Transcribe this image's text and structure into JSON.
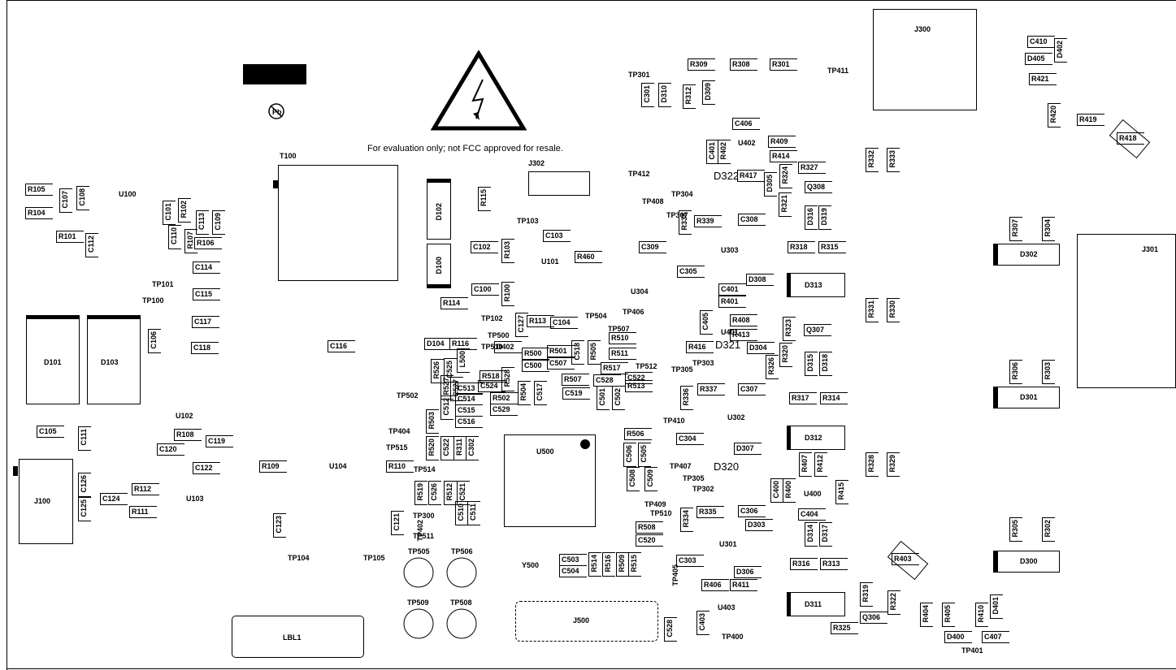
{
  "notice": "For evaluation only; not FCC approved for resale.",
  "label_box": "LBL1",
  "connectors": {
    "j100": "J100",
    "j300": "J300",
    "j301": "J301",
    "j302": "J302",
    "j500": "J500"
  },
  "big_labels": {
    "u500": "U500",
    "t100": "T100",
    "y500": "Y500",
    "d101": "D101",
    "d103": "D103",
    "d100": "D100",
    "d102": "D102",
    "d300": "D300",
    "d301": "D301",
    "d302": "D302",
    "d311": "D311",
    "d312": "D312",
    "d313": "D313",
    "d320": "D320",
    "d321": "D321",
    "d322": "D322"
  },
  "designators": [
    [
      "R105",
      34,
      229,
      0
    ],
    [
      "R104",
      34,
      258,
      0
    ],
    [
      "C107",
      76,
      235,
      1
    ],
    [
      "C108",
      97,
      232,
      1
    ],
    [
      "U100",
      146,
      235,
      0
    ],
    [
      "R101",
      72,
      287,
      0
    ],
    [
      "C112",
      108,
      290,
      1
    ],
    [
      "C101",
      203,
      250,
      1
    ],
    [
      "R102",
      222,
      247,
      1
    ],
    [
      "C113",
      244,
      262,
      1
    ],
    [
      "C109",
      264,
      262,
      1
    ],
    [
      "C110",
      210,
      280,
      1
    ],
    [
      "R107",
      230,
      285,
      1
    ],
    [
      "R106",
      242,
      295,
      0
    ],
    [
      "C114",
      240,
      325,
      0
    ],
    [
      "TP101",
      187,
      346,
      0
    ],
    [
      "C115",
      240,
      358,
      0
    ],
    [
      "TP100",
      175,
      366,
      0
    ],
    [
      "C117",
      239,
      392,
      0
    ],
    [
      "C106",
      185,
      408,
      1
    ],
    [
      "C118",
      238,
      424,
      0
    ],
    [
      "C116",
      406,
      422,
      0
    ],
    [
      "U102",
      216,
      508,
      0
    ],
    [
      "R108",
      217,
      531,
      0
    ],
    [
      "C119",
      256,
      539,
      0
    ],
    [
      "C120",
      196,
      549,
      0
    ],
    [
      "C105",
      48,
      527,
      0
    ],
    [
      "C111",
      99,
      528,
      1
    ],
    [
      "C122",
      240,
      572,
      0
    ],
    [
      "R109",
      322,
      570,
      0
    ],
    [
      "U104",
      405,
      570,
      0
    ],
    [
      "C126",
      99,
      585,
      1
    ],
    [
      "R112",
      165,
      598,
      0
    ],
    [
      "C124",
      126,
      610,
      0
    ],
    [
      "R111",
      162,
      626,
      0
    ],
    [
      "U103",
      229,
      610,
      0
    ],
    [
      "C125",
      99,
      615,
      1
    ],
    [
      "C123",
      339,
      635,
      1
    ],
    [
      "TP104",
      354,
      683,
      0
    ],
    [
      "TP105",
      447,
      683,
      0
    ],
    [
      "R115",
      591,
      233,
      1
    ],
    [
      "TP103",
      636,
      268,
      0
    ],
    [
      "C103",
      671,
      286,
      0
    ],
    [
      "C102",
      582,
      300,
      0
    ],
    [
      "R103",
      620,
      297,
      1
    ],
    [
      "R460",
      710,
      312,
      0
    ],
    [
      "U101",
      666,
      318,
      0
    ],
    [
      "C309",
      789,
      300,
      0
    ],
    [
      "C100",
      583,
      352,
      0
    ],
    [
      "R100",
      620,
      350,
      1
    ],
    [
      "R114",
      545,
      369,
      0
    ],
    [
      "TP102",
      592,
      388,
      0
    ],
    [
      "C127",
      637,
      388,
      1
    ],
    [
      "R113",
      651,
      391,
      0
    ],
    [
      "C104",
      680,
      393,
      0
    ],
    [
      "TP504",
      720,
      385,
      0
    ],
    [
      "TP406",
      766,
      380,
      0
    ],
    [
      "U304",
      776,
      355,
      0
    ],
    [
      "TP507",
      748,
      401,
      0
    ],
    [
      "R510",
      752,
      412,
      0
    ],
    [
      "R511",
      752,
      431,
      0
    ],
    [
      "D104",
      525,
      419,
      0
    ],
    [
      "R116",
      556,
      419,
      0
    ],
    [
      "TP500",
      600,
      409,
      0
    ],
    [
      "TP510",
      592,
      423,
      0
    ],
    [
      "D402",
      611,
      423,
      0
    ],
    [
      "R500",
      645,
      431,
      0
    ],
    [
      "C500",
      645,
      446,
      0
    ],
    [
      "R501",
      676,
      428,
      0
    ],
    [
      "C507",
      676,
      443,
      0
    ],
    [
      "C518",
      706,
      422,
      1
    ],
    [
      "R505",
      726,
      422,
      1
    ],
    [
      "R526",
      533,
      445,
      1
    ],
    [
      "C525",
      549,
      444,
      1
    ],
    [
      "L500",
      565,
      432,
      1
    ],
    [
      "R518",
      593,
      459,
      0
    ],
    [
      "R528",
      620,
      455,
      1
    ],
    [
      "C524",
      591,
      471,
      0
    ],
    [
      "R517",
      742,
      449,
      0
    ],
    [
      "TP512",
      782,
      447,
      0
    ],
    [
      "C522",
      772,
      461,
      0
    ],
    [
      "R507",
      694,
      463,
      0
    ],
    [
      "C528",
      733,
      464,
      0
    ],
    [
      "C513",
      563,
      474,
      0
    ],
    [
      "C514",
      563,
      487,
      0
    ],
    [
      "R527",
      545,
      465,
      1
    ],
    [
      "C527",
      557,
      467,
      1
    ],
    [
      "C512",
      545,
      490,
      1
    ],
    [
      "R502",
      606,
      486,
      0
    ],
    [
      "R504",
      640,
      472,
      1
    ],
    [
      "C517",
      660,
      472,
      1
    ],
    [
      "C519",
      695,
      480,
      0
    ],
    [
      "C501",
      737,
      478,
      1
    ],
    [
      "C502",
      756,
      478,
      1
    ],
    [
      "R513",
      772,
      471,
      0
    ],
    [
      "TP502",
      488,
      483,
      0
    ],
    [
      "C515",
      563,
      501,
      0
    ],
    [
      "C529",
      606,
      500,
      0
    ],
    [
      "R503",
      527,
      507,
      1
    ],
    [
      "C516",
      563,
      515,
      0
    ],
    [
      "TP404",
      478,
      527,
      0
    ],
    [
      "TP410",
      816,
      514,
      0
    ],
    [
      "R506",
      771,
      530,
      0
    ],
    [
      "C506",
      770,
      548,
      1
    ],
    [
      "C505",
      788,
      548,
      1
    ],
    [
      "R520",
      527,
      540,
      1
    ],
    [
      "C522",
      545,
      540,
      1
    ],
    [
      "R311",
      561,
      540,
      1
    ],
    [
      "C302",
      576,
      540,
      1
    ],
    [
      "TP515",
      475,
      547,
      0
    ],
    [
      "R110",
      478,
      570,
      0
    ],
    [
      "TP514",
      509,
      574,
      0
    ],
    [
      "C508",
      774,
      578,
      1
    ],
    [
      "C509",
      796,
      578,
      1
    ],
    [
      "R519",
      513,
      595,
      1
    ],
    [
      "C526",
      530,
      595,
      1
    ],
    [
      "R512",
      549,
      595,
      1
    ],
    [
      "C521",
      565,
      595,
      1
    ],
    [
      "TP300",
      508,
      631,
      0
    ],
    [
      "TP402",
      513,
      640,
      1
    ],
    [
      "C510",
      563,
      620,
      1
    ],
    [
      "C511",
      578,
      620,
      1
    ],
    [
      "C121",
      484,
      632,
      1
    ],
    [
      "TP511",
      508,
      656,
      0
    ],
    [
      "R508",
      785,
      645,
      0
    ],
    [
      "C520",
      785,
      661,
      0
    ],
    [
      "TP509",
      501,
      738,
      0
    ],
    [
      "TP508",
      554,
      738,
      0
    ],
    [
      "TP505",
      502,
      675,
      0
    ],
    [
      "TP506",
      555,
      675,
      0
    ],
    [
      "C503",
      691,
      685,
      0
    ],
    [
      "C504",
      691,
      699,
      0
    ],
    [
      "R514",
      727,
      683,
      1
    ],
    [
      "R516",
      744,
      683,
      1
    ],
    [
      "R509",
      761,
      683,
      1
    ],
    [
      "R515",
      776,
      683,
      1
    ],
    [
      "C528",
      820,
      763,
      1
    ],
    [
      "R309",
      849,
      75,
      0
    ],
    [
      "R308",
      901,
      75,
      0
    ],
    [
      "R301",
      950,
      75,
      0
    ],
    [
      "TP301",
      773,
      88,
      0
    ],
    [
      "C301",
      792,
      105,
      1
    ],
    [
      "D310",
      813,
      105,
      1
    ],
    [
      "R312",
      843,
      107,
      1
    ],
    [
      "D309",
      867,
      102,
      1
    ],
    [
      "TP411",
      1018,
      83,
      0
    ],
    [
      "C406",
      904,
      148,
      0
    ],
    [
      "C401",
      872,
      175,
      1
    ],
    [
      "R402",
      886,
      175,
      1
    ],
    [
      "U402",
      908,
      172,
      0
    ],
    [
      "R409",
      948,
      170,
      0
    ],
    [
      "R414",
      950,
      188,
      0
    ],
    [
      "TP412",
      773,
      210,
      0
    ],
    [
      "R417",
      910,
      212,
      0
    ],
    [
      "D305",
      943,
      215,
      1
    ],
    [
      "R324",
      962,
      205,
      1
    ],
    [
      "R327",
      985,
      202,
      0
    ],
    [
      "TP304",
      826,
      235,
      0
    ],
    [
      "TP408",
      790,
      244,
      0
    ],
    [
      "Q308",
      993,
      226,
      0
    ],
    [
      "R321",
      961,
      240,
      1
    ],
    [
      "D316",
      993,
      256,
      1
    ],
    [
      "D319",
      1010,
      256,
      1
    ],
    [
      "TP307",
      820,
      261,
      0
    ],
    [
      "R338",
      838,
      262,
      1
    ],
    [
      "R339",
      857,
      268,
      0
    ],
    [
      "C308",
      911,
      266,
      0
    ],
    [
      "U303",
      887,
      304,
      0
    ],
    [
      "R318",
      972,
      300,
      0
    ],
    [
      "R315",
      1010,
      300,
      0
    ],
    [
      "C305",
      836,
      330,
      0
    ],
    [
      "D308",
      921,
      340,
      0
    ],
    [
      "C401",
      887,
      352,
      0
    ],
    [
      "R401",
      887,
      367,
      0
    ],
    [
      "R408",
      901,
      390,
      0
    ],
    [
      "R413",
      901,
      408,
      0
    ],
    [
      "U401",
      887,
      405,
      0
    ],
    [
      "R323",
      966,
      393,
      1
    ],
    [
      "Q307",
      992,
      402,
      0
    ],
    [
      "C405",
      864,
      385,
      1
    ],
    [
      "R416",
      847,
      423,
      0
    ],
    [
      "D304",
      922,
      424,
      0
    ],
    [
      "TP303",
      852,
      443,
      0
    ],
    [
      "TP305",
      826,
      451,
      0
    ],
    [
      "R320",
      962,
      425,
      1
    ],
    [
      "R326",
      945,
      440,
      1
    ],
    [
      "D315",
      993,
      436,
      1
    ],
    [
      "D318",
      1011,
      436,
      1
    ],
    [
      "R336",
      840,
      478,
      1
    ],
    [
      "R337",
      861,
      475,
      0
    ],
    [
      "C307",
      911,
      475,
      0
    ],
    [
      "R317",
      974,
      486,
      0
    ],
    [
      "R314",
      1012,
      486,
      0
    ],
    [
      "U302",
      895,
      510,
      0
    ],
    [
      "C304",
      835,
      536,
      0
    ],
    [
      "D307",
      906,
      548,
      0
    ],
    [
      "TP407",
      824,
      570,
      0
    ],
    [
      "R407",
      986,
      560,
      1
    ],
    [
      "R412",
      1005,
      560,
      1
    ],
    [
      "TP305",
      840,
      585,
      0
    ],
    [
      "TP302",
      852,
      598,
      0
    ],
    [
      "C400",
      951,
      592,
      1
    ],
    [
      "R400",
      966,
      592,
      1
    ],
    [
      "U400",
      989,
      604,
      0
    ],
    [
      "R415",
      1031,
      594,
      1
    ],
    [
      "TP409",
      793,
      617,
      0
    ],
    [
      "TP510",
      800,
      628,
      0
    ],
    [
      "R334",
      840,
      628,
      1
    ],
    [
      "R335",
      860,
      626,
      0
    ],
    [
      "C306",
      911,
      625,
      0
    ],
    [
      "C404",
      985,
      629,
      0
    ],
    [
      "D303",
      920,
      642,
      0
    ],
    [
      "D314",
      993,
      646,
      1
    ],
    [
      "D317",
      1011,
      646,
      1
    ],
    [
      "U301",
      885,
      666,
      0
    ],
    [
      "R316",
      975,
      690,
      0
    ],
    [
      "R313",
      1012,
      690,
      0
    ],
    [
      "C303",
      835,
      686,
      0
    ],
    [
      "D306",
      906,
      700,
      0
    ],
    [
      "TP405",
      827,
      695,
      1
    ],
    [
      "R406",
      866,
      716,
      0
    ],
    [
      "R411",
      901,
      716,
      0
    ],
    [
      "U403",
      883,
      744,
      0
    ],
    [
      "C403",
      860,
      755,
      1
    ],
    [
      "TP400",
      888,
      780,
      0
    ],
    [
      "R319",
      1061,
      720,
      1
    ],
    [
      "R322",
      1095,
      730,
      1
    ],
    [
      "Q306",
      1061,
      756,
      0
    ],
    [
      "R325",
      1025,
      769,
      0
    ],
    [
      "R332",
      1068,
      185,
      1
    ],
    [
      "R333",
      1094,
      185,
      1
    ],
    [
      "R331",
      1068,
      370,
      1
    ],
    [
      "R330",
      1094,
      370,
      1
    ],
    [
      "R328",
      1068,
      560,
      1
    ],
    [
      "R329",
      1094,
      560,
      1
    ],
    [
      "C410",
      1267,
      47,
      0
    ],
    [
      "D402",
      1300,
      50,
      1
    ],
    [
      "D405",
      1264,
      68,
      0
    ],
    [
      "R421",
      1269,
      93,
      0
    ],
    [
      "R420",
      1292,
      130,
      1
    ],
    [
      "R419",
      1328,
      143,
      0
    ],
    [
      "R418",
      1377,
      166,
      0
    ],
    [
      "R307",
      1245,
      270,
      1
    ],
    [
      "R304",
      1285,
      270,
      1
    ],
    [
      "R306",
      1245,
      446,
      1
    ],
    [
      "R303",
      1285,
      446,
      1
    ],
    [
      "R305",
      1245,
      640,
      1
    ],
    [
      "R302",
      1285,
      640,
      1
    ],
    [
      "R403",
      1100,
      684,
      0
    ],
    [
      "R404",
      1135,
      745,
      1
    ],
    [
      "R405",
      1162,
      745,
      1
    ],
    [
      "R410",
      1203,
      745,
      1
    ],
    [
      "D401",
      1221,
      735,
      1
    ],
    [
      "D400",
      1165,
      780,
      0
    ],
    [
      "C407",
      1211,
      780,
      0
    ],
    [
      "TP401",
      1183,
      797,
      0
    ]
  ]
}
